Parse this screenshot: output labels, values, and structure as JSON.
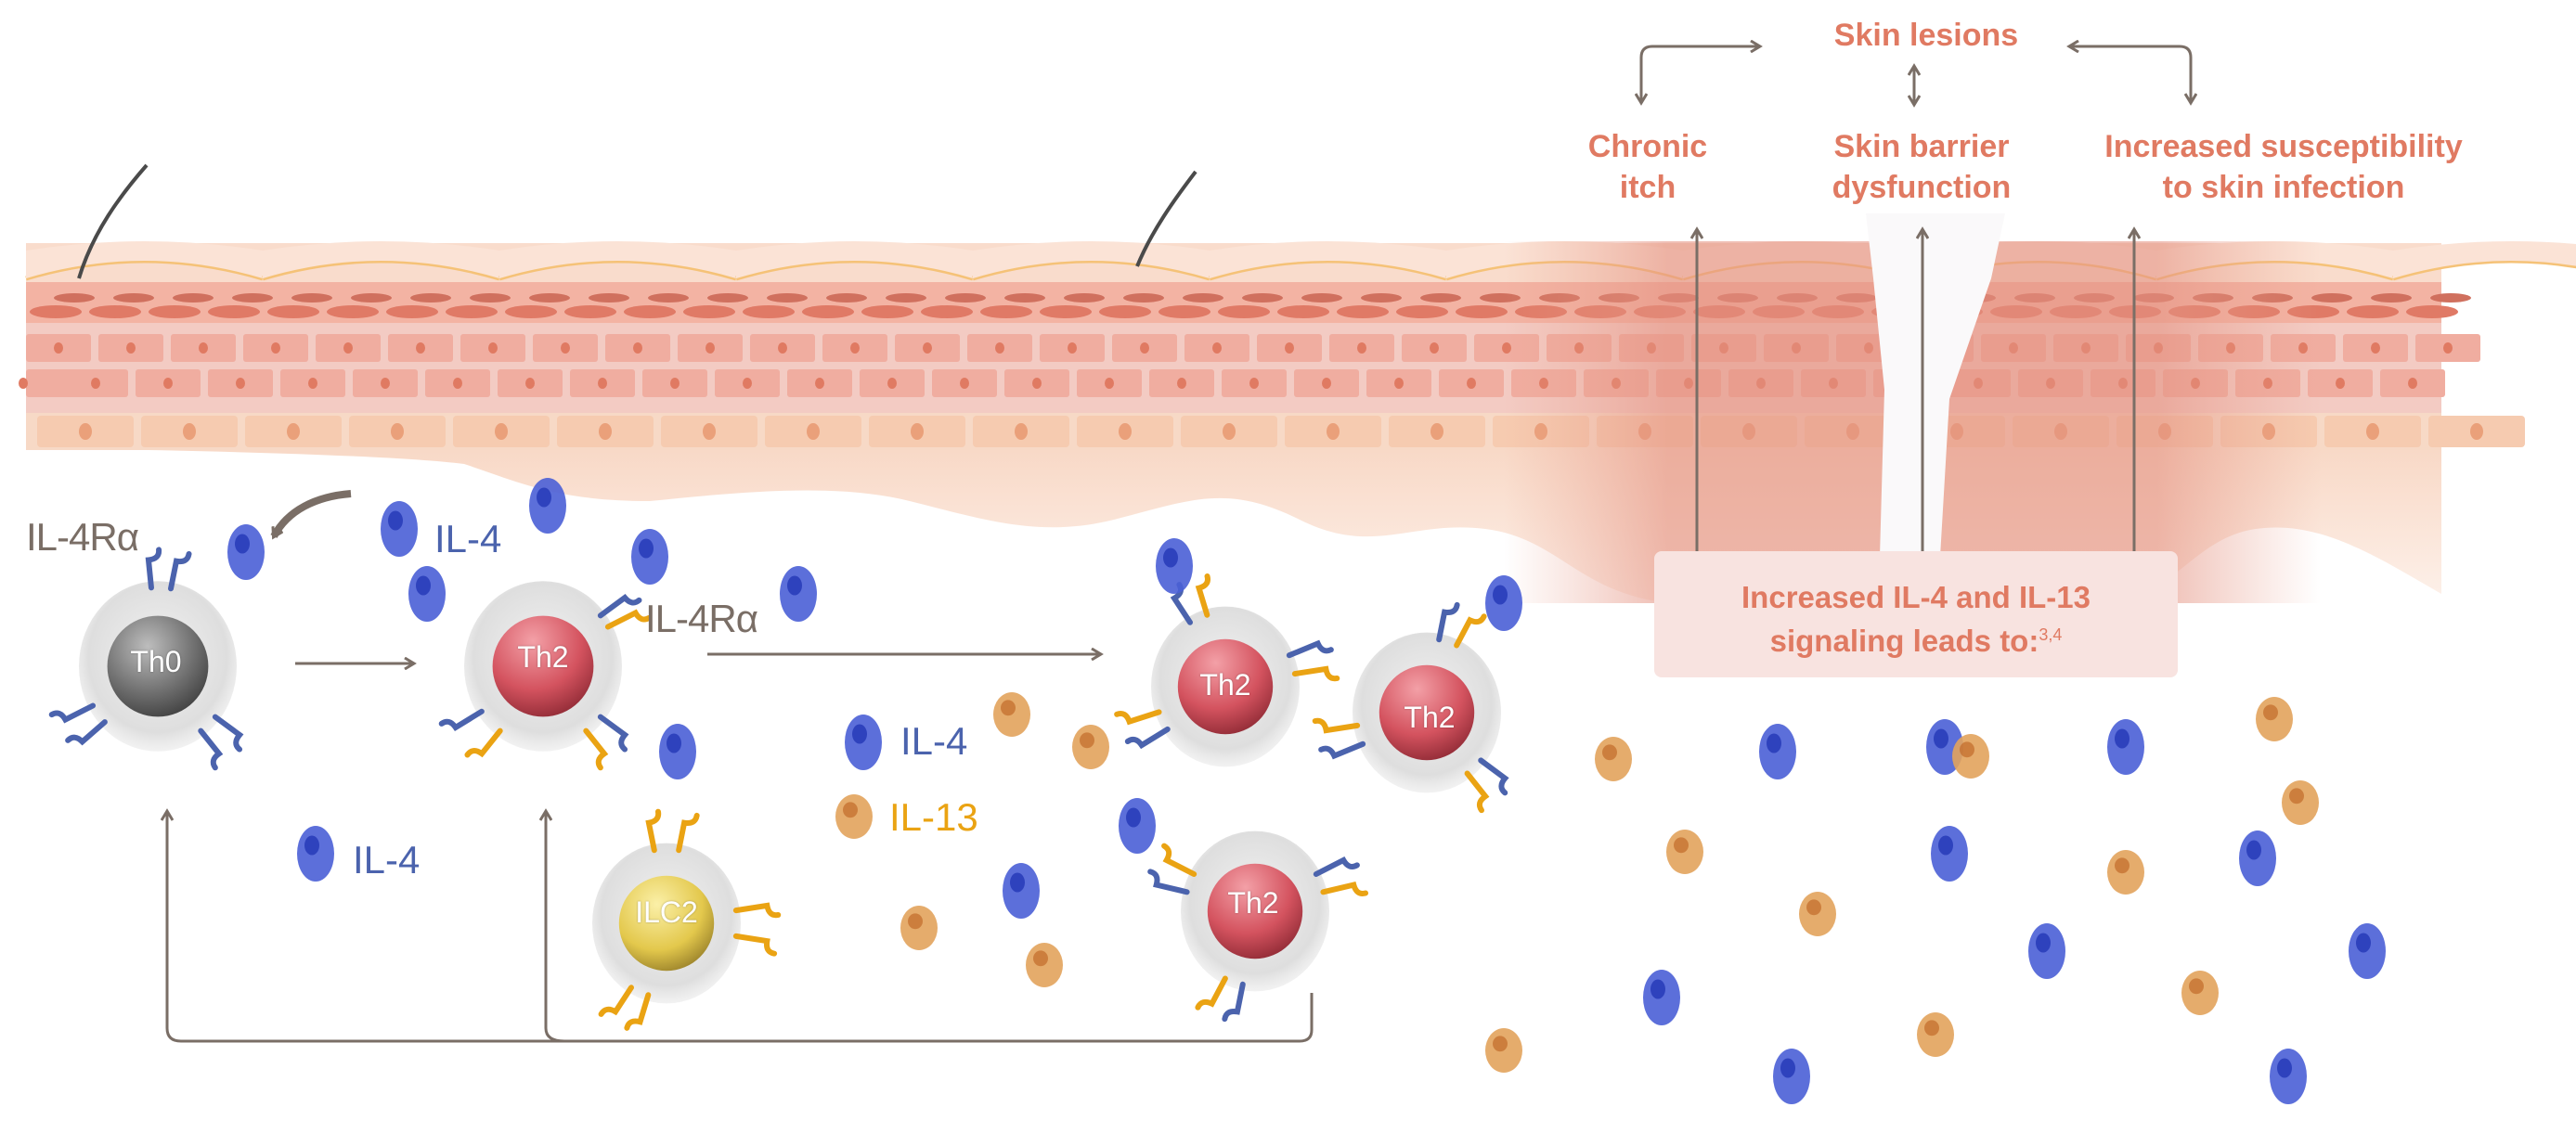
{
  "effects": {
    "top": "Skin lesions",
    "left_line1": "Chronic",
    "left_line2": "itch",
    "middle_line1": "Skin barrier",
    "middle_line2": "dysfunction",
    "right_line1": "Increased susceptibility",
    "right_line2": "to skin infection"
  },
  "summary": {
    "text_line1": "Increased IL-4 and IL-13",
    "text_line2": "signaling leads to:",
    "superscript": "3,4"
  },
  "labels": {
    "receptor_left": "IL-4Rα",
    "receptor_mid": "IL-4Rα",
    "il4_top": "IL-4",
    "il4_mid": "IL-4",
    "il4_bottom": "IL-4",
    "il13": "IL-13"
  },
  "cells": {
    "th0": "Th0",
    "th2_a": "Th2",
    "th2_b": "Th2",
    "th2_c": "Th2",
    "th2_d": "Th2",
    "ilc2": "ILC2"
  },
  "colors": {
    "effect_text": "#e07a62",
    "arrow": "#7a6e66",
    "il4_blue": "#4b63ad",
    "il13_gold": "#eaa313",
    "summary_bg": "#f8e3e0"
  }
}
